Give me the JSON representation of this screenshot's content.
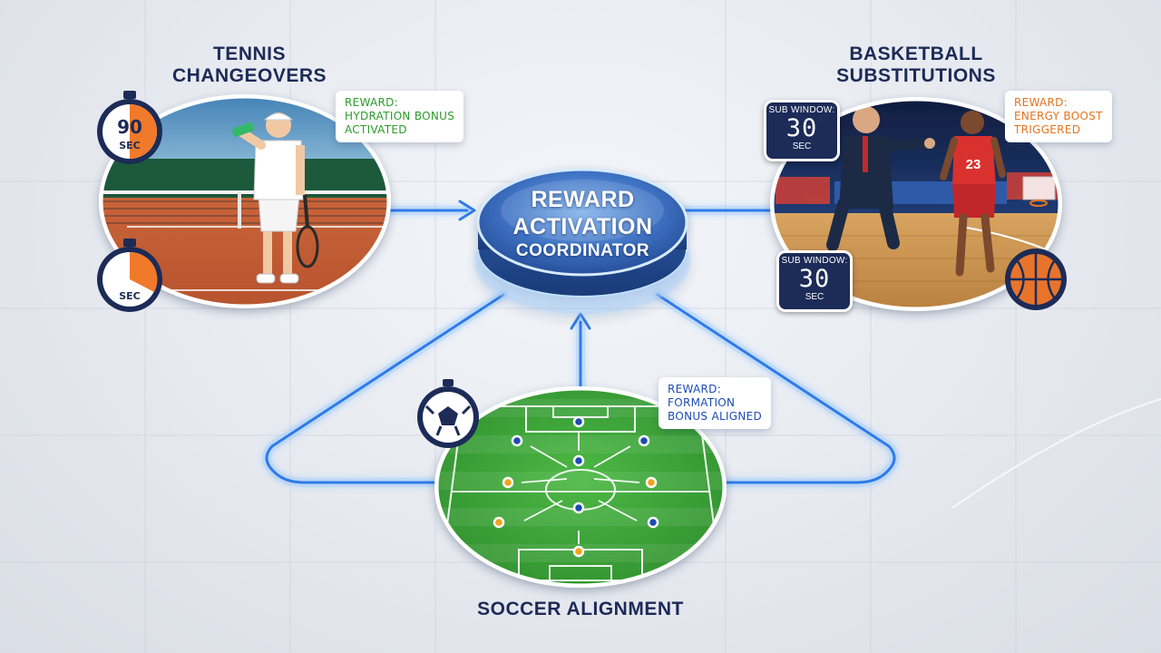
{
  "title": {
    "line1": "REWARD",
    "line2": "ACTIVATION",
    "line3": "COORDINATOR"
  },
  "tennis": {
    "heading_line1": "TENNIS",
    "heading_line2": "CHANGEOVERS",
    "callout_line1": "REWARD:",
    "callout_line2": "HYDRATION BONUS",
    "callout_line3": "ACTIVATED",
    "timer_top_value": "90",
    "timer_top_unit": "SEC",
    "timer_bottom_unit": "SEC"
  },
  "basketball": {
    "heading_line1": "BASKETBALL",
    "heading_line2": "SUBSTITUTIONS",
    "callout_line1": "REWARD:",
    "callout_line2": "ENERGY BOOST",
    "callout_line3": "TRIGGERED",
    "badge_top_label": "SUB WINDOW:",
    "badge_top_value": "30",
    "badge_top_unit": "SEC",
    "badge_bottom_label": "SUB WINDOW:",
    "badge_bottom_value": "30",
    "badge_bottom_unit": "SEC",
    "jersey_number": "23"
  },
  "soccer": {
    "heading": "SOCCER ALIGNMENT",
    "callout_line1": "REWARD:",
    "callout_line2": "FORMATION",
    "callout_line3": "BONUS ALIGNED"
  },
  "colors": {
    "navy": "#1c2b57",
    "flow_blue": "#2f7be8",
    "glow_blue": "#8fc4ff",
    "tennis_green": "#2d9a2a",
    "energy_orange": "#e5731e",
    "formation_blue": "#1d4bb0",
    "timer_orange": "#f07a2a",
    "pitch_green": "#3fa83a"
  }
}
